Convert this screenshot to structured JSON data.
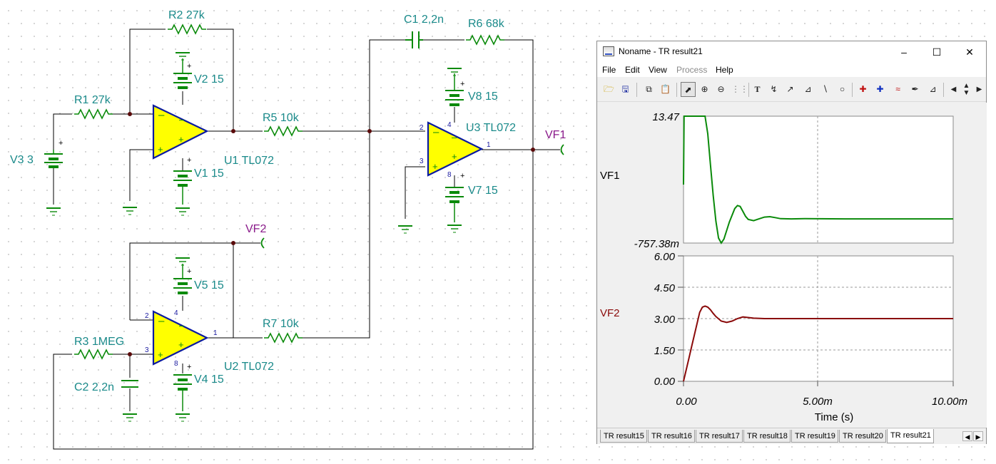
{
  "schematic": {
    "components": {
      "r2": "R2 27k",
      "r1": "R1 27k",
      "v2": "V2 15",
      "v1": "V1 15",
      "v3": "V3 3",
      "u1": "U1 TL072",
      "r5": "R5 10k",
      "c1": "C1 2,2n",
      "r6": "R6 68k",
      "v8": "V8 15",
      "u3": "U3 TL072",
      "v7": "V7 15",
      "vf1": "VF1",
      "vf2": "VF2",
      "v5": "V5 15",
      "r7": "R7 10k",
      "r3": "R3 1MEG",
      "u2": "U2 TL072",
      "v4": "V4 15",
      "c2": "C2 2,2n"
    },
    "pins": {
      "u3_in_neg": "2",
      "u3_in_pos": "3",
      "u3_out": "1",
      "u3_vp": "4",
      "u3_vn": "8",
      "u2_in_neg": "2",
      "u2_in_pos": "3",
      "u2_out": "1",
      "u2_vp": "4",
      "u2_vn": "8"
    },
    "colors": {
      "wire": "#000000",
      "opamp_fill": "#ffff00",
      "opamp_stroke": "#0a1aa0",
      "component": "#0a8a0a",
      "label": "#1a8a8a",
      "probe": "#8a1a8a"
    }
  },
  "result_window": {
    "title": "Noname - TR result21",
    "controls": {
      "minimize": "–",
      "maximize": "☐",
      "close": "✕"
    },
    "menu": [
      {
        "label": "File",
        "enabled": true
      },
      {
        "label": "Edit",
        "enabled": true
      },
      {
        "label": "View",
        "enabled": true
      },
      {
        "label": "Process",
        "enabled": false
      },
      {
        "label": "Help",
        "enabled": true
      }
    ],
    "toolbar_icons": [
      "open-icon",
      "save-icon",
      "copy-icon",
      "paste-icon",
      "pointer-icon",
      "zoom-in-icon",
      "zoom-out-icon",
      "grid-icon",
      "text-icon",
      "label-curve-icon",
      "label-point-icon",
      "label-slope-icon",
      "line-icon",
      "ellipse-icon",
      "cursor-a-icon",
      "cursor-b-icon",
      "curve-add-icon",
      "color-picker-icon",
      "step-icon",
      "scroll-left-icon",
      "scroll-updown-icon",
      "scroll-right-icon"
    ],
    "tabs": [
      "TR result15",
      "TR result16",
      "TR result17",
      "TR result18",
      "TR result19",
      "TR result20",
      "TR result21"
    ],
    "active_tab": "TR result21"
  },
  "chart_data": [
    {
      "type": "line",
      "ylabel": "VF1",
      "ylim": [
        -0.75738,
        13.47
      ],
      "y_ticks": [
        "13.47",
        "-757.38m"
      ],
      "xlim": [
        0,
        0.01
      ],
      "grid": true,
      "series": [
        {
          "name": "VF1",
          "color": "#0a8a0a",
          "x": [
            0,
            2e-05,
            5e-05,
            0.0008,
            0.0009,
            0.001,
            0.0011,
            0.0012,
            0.0013,
            0.0014,
            0.0015,
            0.0017,
            0.0019,
            0.002,
            0.0021,
            0.0022,
            0.0023,
            0.0024,
            0.0026,
            0.0028,
            0.003,
            0.0032,
            0.0034,
            0.0036,
            0.004,
            0.0045,
            0.005,
            0.0055,
            0.006,
            0.007,
            0.008,
            0.009,
            0.01
          ],
          "y": [
            5.8,
            13.47,
            13.47,
            13.47,
            11.5,
            8.0,
            4.6,
            1.7,
            -0.2,
            -0.76,
            -0.3,
            1.6,
            3.1,
            3.45,
            3.35,
            2.8,
            2.25,
            1.9,
            1.75,
            1.95,
            2.15,
            2.2,
            2.1,
            1.98,
            1.95,
            1.98,
            1.97,
            1.96,
            1.95,
            1.95,
            1.95,
            1.95,
            1.95
          ]
        }
      ]
    },
    {
      "type": "line",
      "ylabel": "VF2",
      "ylim": [
        0,
        6
      ],
      "y_ticks": [
        "6.00",
        "4.50",
        "3.00",
        "1.50",
        "0.00"
      ],
      "xlim": [
        0,
        0.01
      ],
      "x_ticks": [
        "0.00",
        "5.00m",
        "10.00m"
      ],
      "xlabel": "Time (s)",
      "grid": true,
      "series": [
        {
          "name": "VF2",
          "color": "#8a0a0a",
          "x": [
            0,
            0.0001,
            0.0002,
            0.0003,
            0.0004,
            0.0005,
            0.0006,
            0.0007,
            0.0008,
            0.0009,
            0.001,
            0.0011,
            0.0012,
            0.0014,
            0.0016,
            0.0018,
            0.002,
            0.0022,
            0.0024,
            0.0026,
            0.003,
            0.004,
            0.005,
            0.006,
            0.007,
            0.008,
            0.009,
            0.01
          ],
          "y": [
            0,
            0.55,
            1.1,
            1.65,
            2.2,
            2.75,
            3.3,
            3.55,
            3.6,
            3.55,
            3.42,
            3.25,
            3.1,
            2.88,
            2.82,
            2.88,
            3.0,
            3.08,
            3.05,
            3.02,
            3.0,
            3.0,
            3.0,
            3.0,
            3.0,
            3.0,
            3.0,
            3.0
          ]
        }
      ]
    }
  ]
}
